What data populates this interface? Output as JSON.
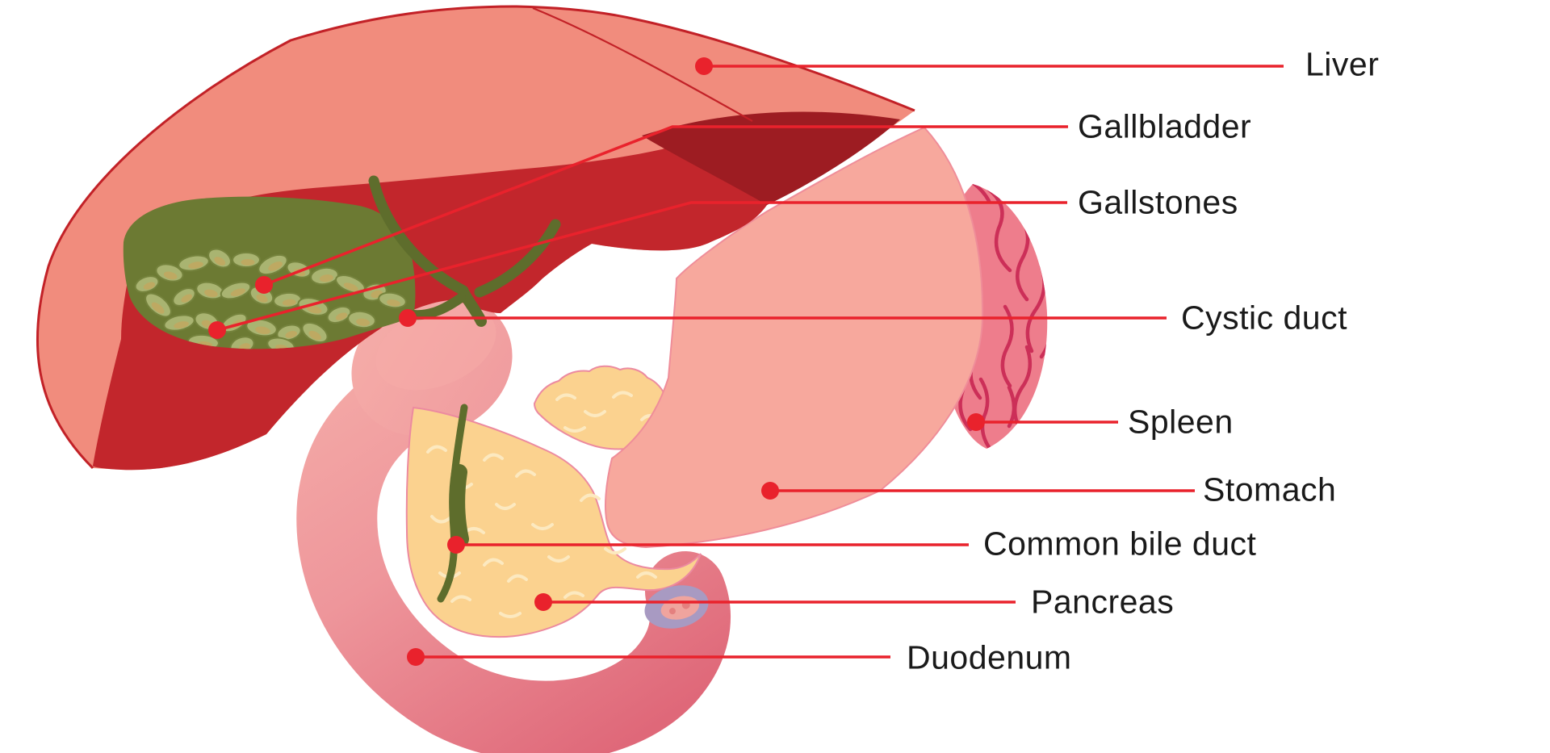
{
  "diagram": {
    "kind": "anatomical-diagram",
    "labels": [
      {
        "id": "liver",
        "text": "Liver"
      },
      {
        "id": "gallbladder",
        "text": "Gallbladder"
      },
      {
        "id": "gallstones",
        "text": "Gallstones"
      },
      {
        "id": "cystic",
        "text": "Cystic duct"
      },
      {
        "id": "spleen",
        "text": "Spleen"
      },
      {
        "id": "stomach",
        "text": "Stomach"
      },
      {
        "id": "cbd",
        "text": "Common bile duct"
      },
      {
        "id": "pancreas",
        "text": "Pancreas"
      },
      {
        "id": "duodenum",
        "text": "Duodenum"
      }
    ]
  },
  "colors": {
    "background": "#FFFFFF",
    "label_text": "#1A1A1A",
    "leader_line": "#E9222C",
    "marker_dot": "#E9222C",
    "liver_top": "#F18C7D",
    "liver_underside": "#C2262C",
    "liver_shadow": "#9D1C22",
    "liver_outline": "#C22127",
    "gallbladder": "#6C7A33",
    "bile_ducts": "#5E6D2C",
    "gallstones": "#A9B471",
    "gallstone_shadow": "#C2A75F",
    "gallstone_edge": "#74823C",
    "stomach": "#F7A89D",
    "stomach_outline": "#EF8D99",
    "spleen": "#EE7D8C",
    "spleen_veins": "#CC2F58",
    "pancreas": "#FBD28F",
    "pancreas_detail": "#FCE9C0",
    "pancreas_outline": "#EC8AA0",
    "duodenum_light": "#F5ACA8",
    "duodenum_mid": "#EE969B",
    "duodenum_dark": "#DF6879",
    "vessel_cut": "#A89AC2",
    "vessel_inner": "#EFA49E",
    "vessel_dots": "#E4807F"
  }
}
